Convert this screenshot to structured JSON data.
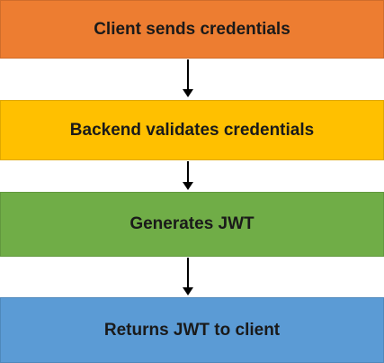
{
  "flow": {
    "steps": [
      {
        "label": "Client sends credentials",
        "color": "#ed7d31"
      },
      {
        "label": "Backend validates credentials",
        "color": "#ffc000"
      },
      {
        "label": "Generates JWT",
        "color": "#70ad47"
      },
      {
        "label": "Returns JWT to client",
        "color": "#5b9bd5"
      }
    ],
    "connector_icon": "down-arrow-icon"
  }
}
